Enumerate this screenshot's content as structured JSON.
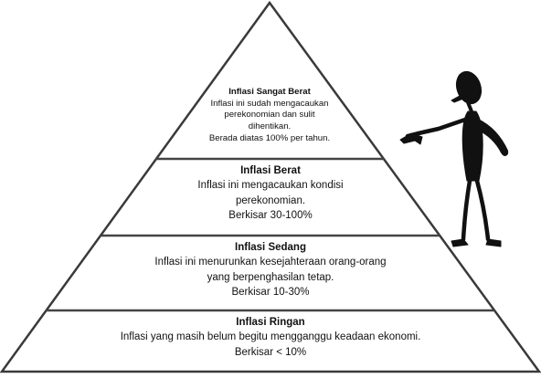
{
  "levels": [
    {
      "title": "Inflasi Sangat Berat",
      "lines": [
        "Inflasi ini sudah mengacaukan",
        "perekonomian dan sulit",
        "dihentikan.",
        "Berada diatas 100% per tahun."
      ]
    },
    {
      "title": "Inflasi Berat",
      "lines": [
        "Inflasi ini mengacaukan kondisi",
        "perekonomian.",
        "Berkisar 30-100%"
      ]
    },
    {
      "title": "Inflasi Sedang",
      "lines": [
        "Inflasi ini menurunkan kesejahteraan orang-orang",
        "yang berpenghasilan tetap.",
        "Berkisar 10-30%"
      ]
    },
    {
      "title": "Inflasi Ringan",
      "lines": [
        "Inflasi yang masih belum begitu mengganggu keadaan ekonomi.",
        "Berkisar < 10%"
      ]
    }
  ],
  "figure_icon": "pointing-stick-figure-icon"
}
